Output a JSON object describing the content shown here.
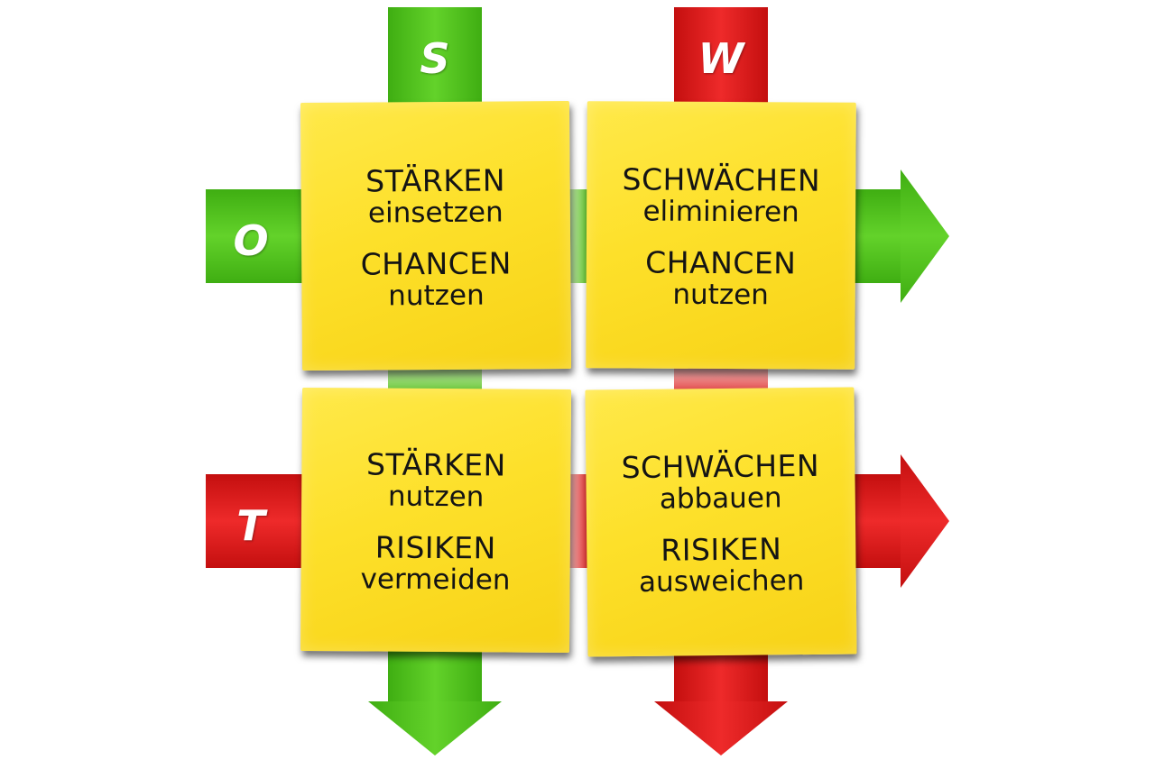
{
  "letters": {
    "s": "S",
    "w": "W",
    "o": "O",
    "t": "T"
  },
  "colors": {
    "green": "#4cbb17",
    "red": "#dd1c1c",
    "note_yellow": "#fde02a"
  },
  "notes": {
    "so": {
      "line1_word": "STÄRKEN",
      "line1_verb": "einsetzen",
      "line2_word": "CHANCEN",
      "line2_verb": "nutzen"
    },
    "wo": {
      "line1_word": "SCHWÄCHEN",
      "line1_verb": "eliminieren",
      "line2_word": "CHANCEN",
      "line2_verb": "nutzen"
    },
    "st": {
      "line1_word": "STÄRKEN",
      "line1_verb": "nutzen",
      "line2_word": "RISIKEN",
      "line2_verb": "vermeiden"
    },
    "wt": {
      "line1_word": "SCHWÄCHEN",
      "line1_verb": "abbauen",
      "line2_word": "RISIKEN",
      "line2_verb": "ausweichen"
    }
  }
}
